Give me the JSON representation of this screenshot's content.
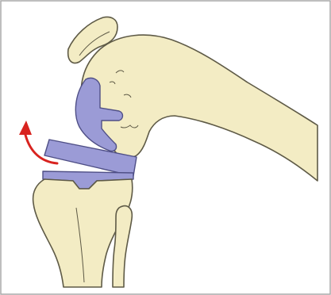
{
  "figure": {
    "description_text": "",
    "colors": {
      "bone_fill": "#f3ecc4",
      "bone_stroke": "#5e5a46",
      "implant_fill": "#9b9bd6",
      "implant_stroke": "#4f4f86",
      "arrow": "#d8231f",
      "frame_border": "#a9a9a9"
    },
    "parts": [
      "patella",
      "femur",
      "femoral-implant",
      "tibial-insert",
      "tibial-tray",
      "tibia",
      "fibula",
      "rotation-arrow"
    ]
  }
}
